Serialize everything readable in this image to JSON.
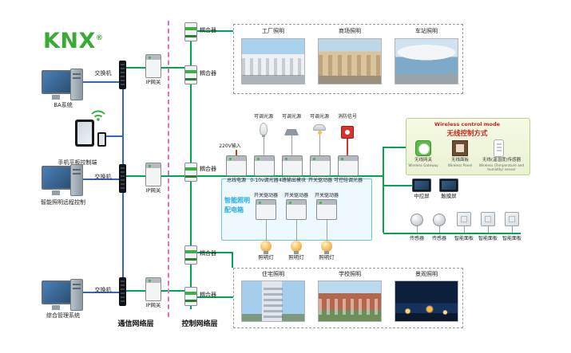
{
  "logo": {
    "text": "KNX",
    "reg": "®"
  },
  "network_labels": {
    "comm": "通信网络层",
    "ctrl": "控制网络层"
  },
  "left": {
    "ba": "BA系统",
    "mobile": "手机平板控制端",
    "remote": "智能照明远程控制",
    "mgmt": "综合管理系统"
  },
  "switch_label": "交换机",
  "gateway_label": "IP网关",
  "coupler_label": "耦合器",
  "top_gallery": {
    "labels": [
      "工厂照明",
      "商场照明",
      "车站照明"
    ]
  },
  "bottom_gallery": {
    "labels": [
      "住宅照明",
      "学校照明",
      "景观照明"
    ]
  },
  "panel_box": {
    "title1": "智能照明",
    "title2": "配电箱",
    "power_in": "220V输入",
    "row1": [
      "总线电源",
      "0-10v调光器",
      "4路输出模块",
      "开关驱动器",
      "可控硅调光器"
    ],
    "sources": [
      "可调光源",
      "可调光源",
      "可调光源",
      "消防信号"
    ],
    "row2": [
      "开关驱动器",
      "开关驱动器",
      "开关驱动器"
    ],
    "lamps": [
      "照明灯",
      "照明灯",
      "照明灯"
    ]
  },
  "wireless": {
    "title_en": "Wireless control mode",
    "title_cn": "无线控制方式",
    "items": [
      {
        "cn": "无线网关",
        "en": "Wireless Gateway"
      },
      {
        "cn": "无线面板",
        "en": "Wireless Panel"
      },
      {
        "cn": "无线(温湿度)传感器",
        "en": "Wireless (Temperature and humidity) sensor"
      }
    ]
  },
  "right": {
    "screens": [
      "中控屏",
      "触摸屏"
    ],
    "sensors": [
      "传感器",
      "传感器"
    ],
    "panels": [
      "智能面板",
      "智能面板",
      "智能面板"
    ]
  },
  "colors": {
    "bus_green": "#00a651",
    "line_blue": "#3465c0",
    "layer_magenta": "#e570c8",
    "panel_blue": "#29abe2",
    "fire_red": "#d9342b",
    "logo_green": "#3aaa35"
  }
}
